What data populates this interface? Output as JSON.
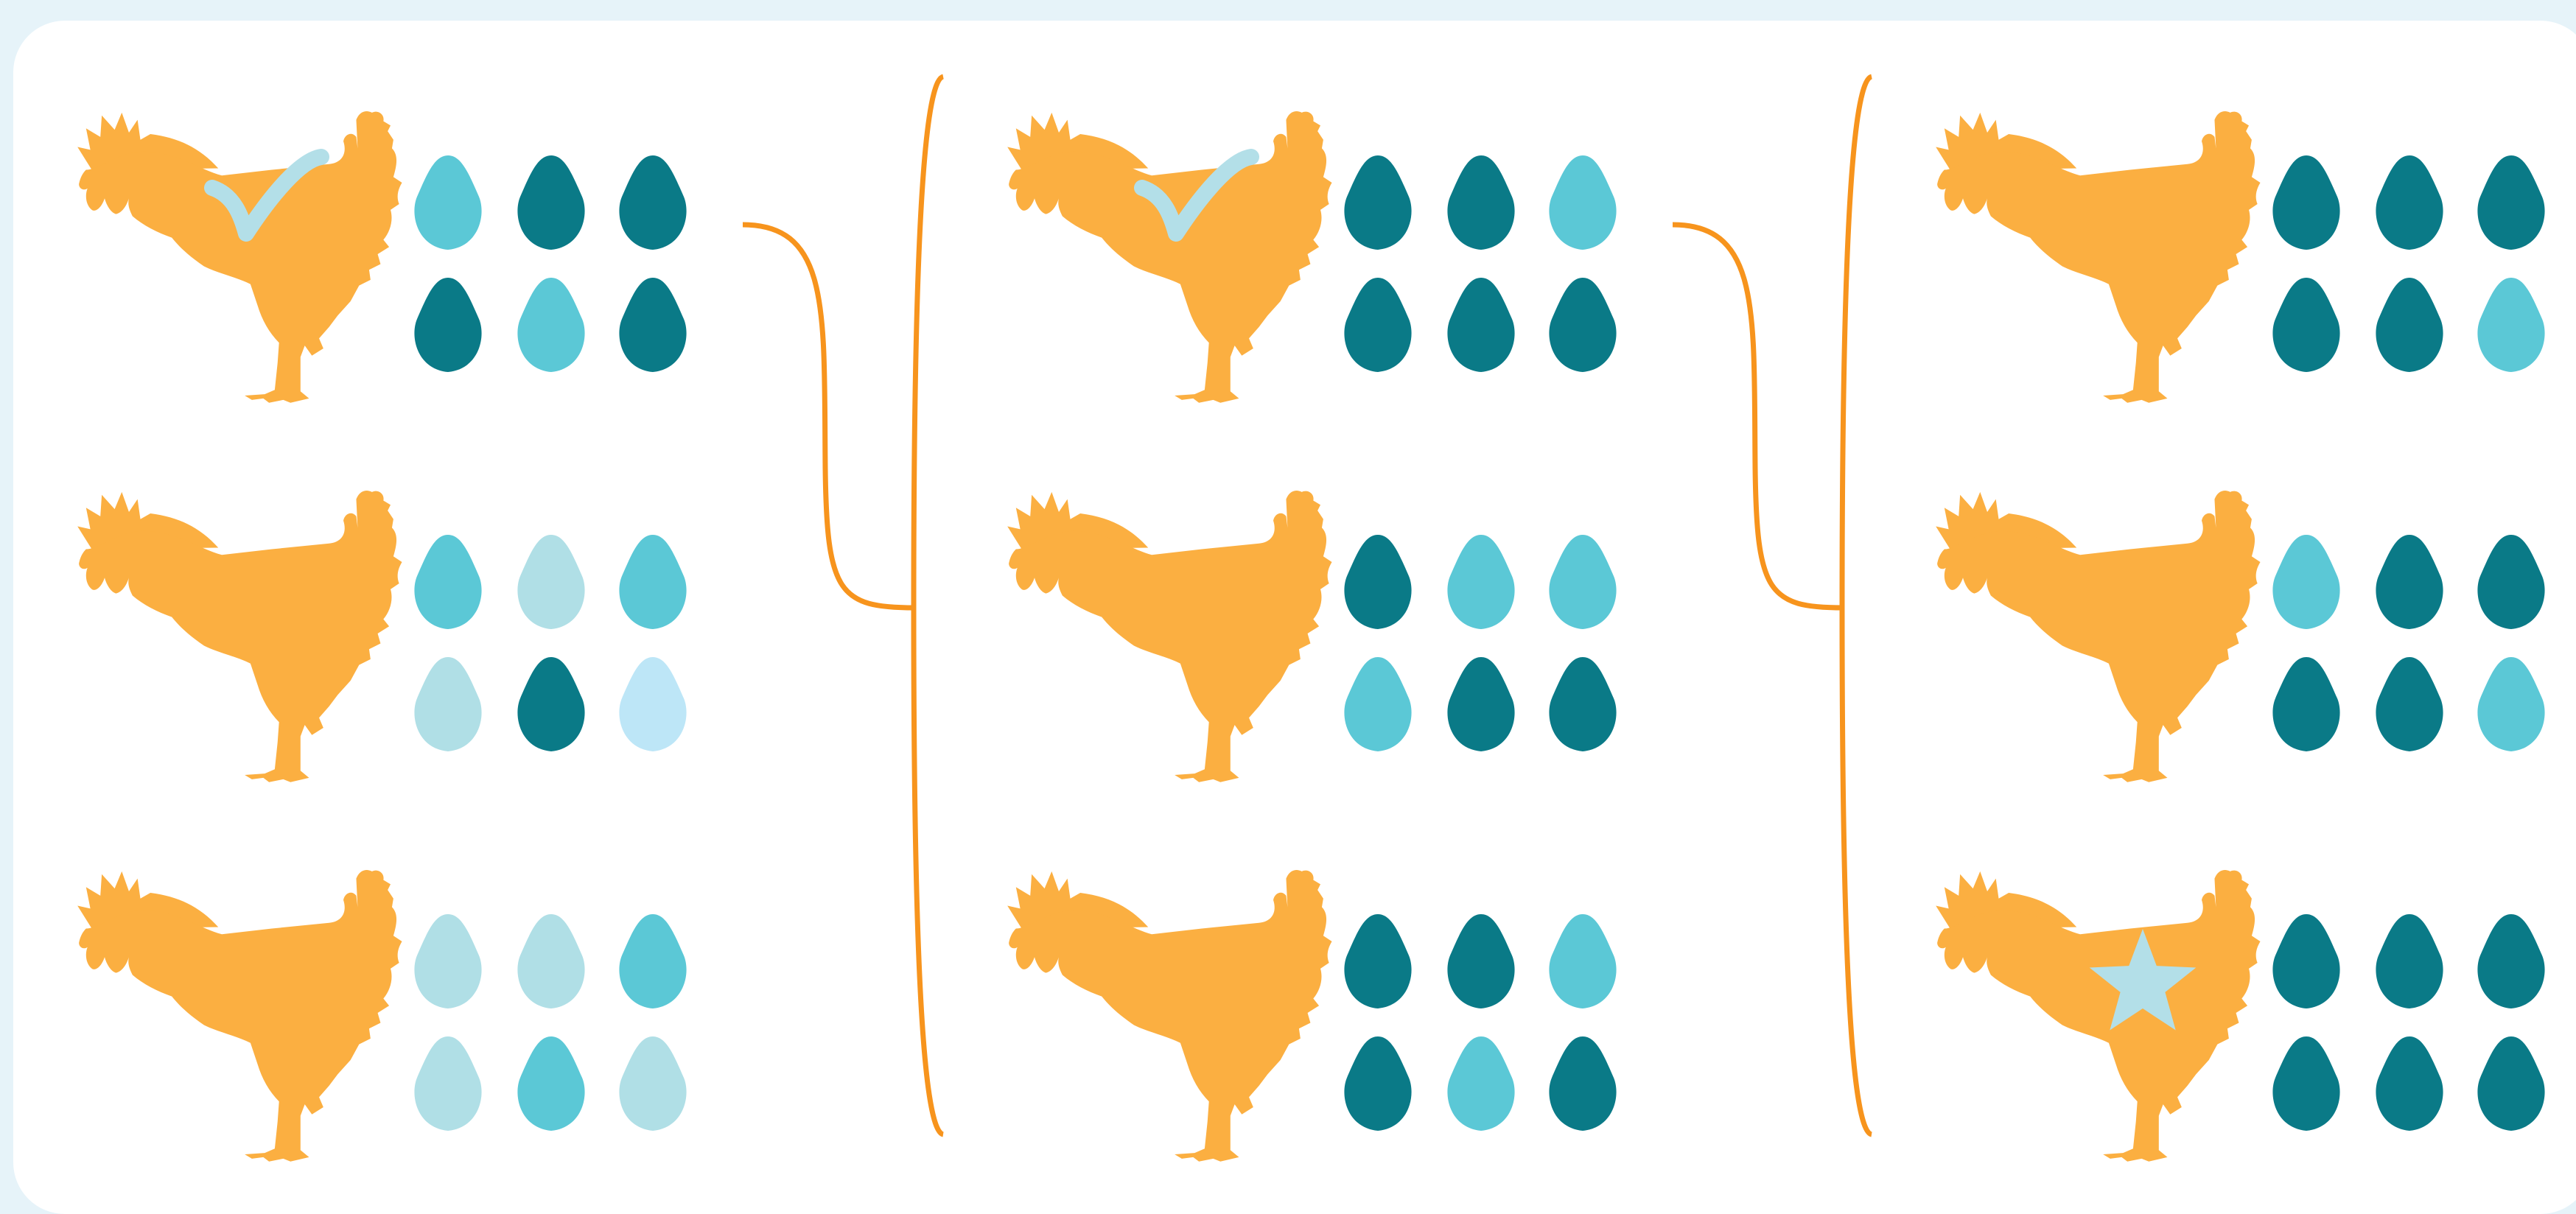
{
  "title": "",
  "colors": {
    "background": "#e6f3f9",
    "card": "#ffffff",
    "hen": "#fbaf41",
    "connector": "#f7941d",
    "egg_dark": "#0a7a87",
    "egg_medium": "#5bc8d6",
    "egg_light": "#b0dfe6",
    "egg_pale": "#bde6f7",
    "mark": "#b3dfe8"
  },
  "egg_shades": [
    "egg_dark",
    "egg_medium",
    "egg_light",
    "egg_pale"
  ],
  "generations": [
    {
      "hens": [
        {
          "mark": "check-icon",
          "eggs": [
            1,
            0,
            0,
            0,
            1,
            0
          ]
        },
        {
          "mark": "",
          "eggs": [
            1,
            2,
            1,
            2,
            0,
            3
          ]
        },
        {
          "mark": "",
          "eggs": [
            2,
            2,
            1,
            2,
            1,
            2
          ]
        }
      ]
    },
    {
      "hens": [
        {
          "mark": "check-icon",
          "eggs": [
            0,
            0,
            1,
            0,
            0,
            0
          ]
        },
        {
          "mark": "",
          "eggs": [
            0,
            1,
            1,
            1,
            0,
            0
          ]
        },
        {
          "mark": "",
          "eggs": [
            0,
            0,
            1,
            0,
            1,
            0
          ]
        }
      ]
    },
    {
      "hens": [
        {
          "mark": "",
          "eggs": [
            0,
            0,
            0,
            0,
            0,
            1
          ]
        },
        {
          "mark": "",
          "eggs": [
            1,
            0,
            0,
            0,
            0,
            1
          ]
        },
        {
          "mark": "star-icon",
          "eggs": [
            0,
            0,
            0,
            0,
            0,
            0
          ]
        }
      ]
    }
  ],
  "links": [
    {
      "from_generation": 1,
      "from_hen": 1,
      "to_generation": 2
    },
    {
      "from_generation": 2,
      "from_hen": 1,
      "to_generation": 3
    }
  ]
}
